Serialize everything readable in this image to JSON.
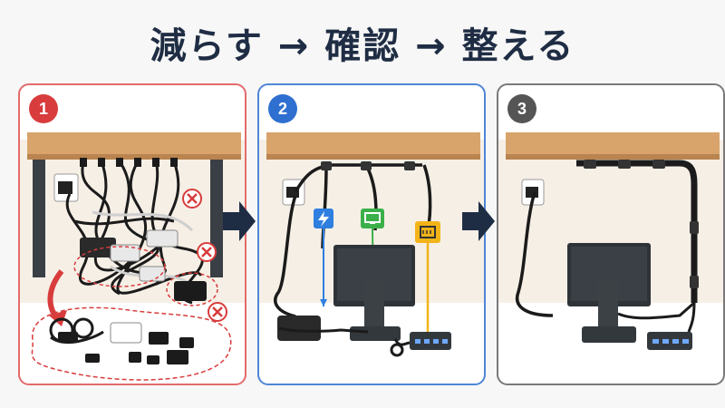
{
  "title": "減らす → 確認 → 整える",
  "steps": [
    {
      "number": "1",
      "badge_color": "#d83c3c"
    },
    {
      "number": "2",
      "badge_color": "#2f6fd0"
    },
    {
      "number": "3",
      "badge_color": "#555555"
    }
  ],
  "colors": {
    "desk_top": "#d8a46c",
    "cable": "#1b1b1b",
    "power_tag": "#2f7fe0",
    "display_tag": "#3bb04a",
    "network_tag": "#f2b418",
    "removal_mark": "#d83c3c",
    "arrow": "#1f2d44"
  },
  "icons": {
    "power_tag": "lightning-icon",
    "display_tag": "monitor-icon",
    "network_tag": "ethernet-icon",
    "removal": "x-mark-icon"
  }
}
